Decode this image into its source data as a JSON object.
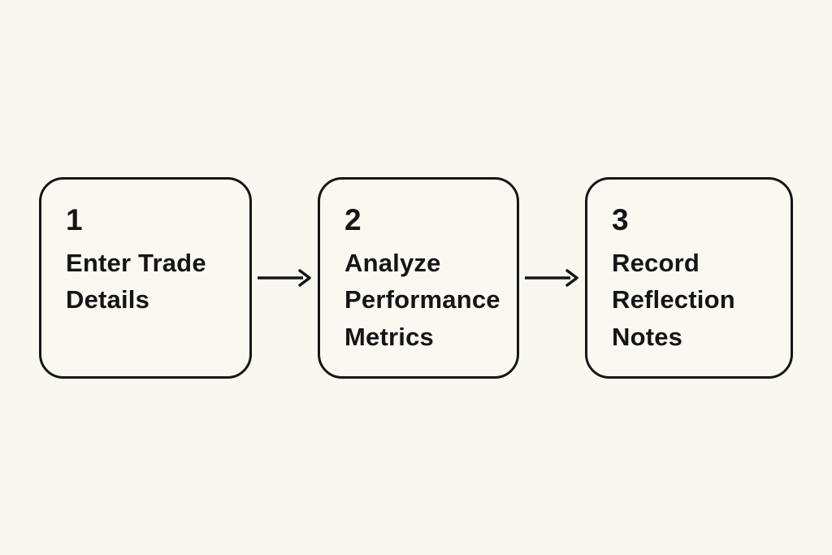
{
  "diagram": {
    "title": "",
    "background_color": "#faf6f0",
    "box_border_color": "#161616",
    "text_color": "#151515",
    "arrow_color": "#161616",
    "arrow_icon": "arrow-right"
  },
  "steps": [
    {
      "number": "1",
      "label": "Enter Trade\nDetails"
    },
    {
      "number": "2",
      "label": "Analyze\nPerformance\nMetrics"
    },
    {
      "number": "3",
      "label": "Record\nReflection\nNotes"
    }
  ]
}
